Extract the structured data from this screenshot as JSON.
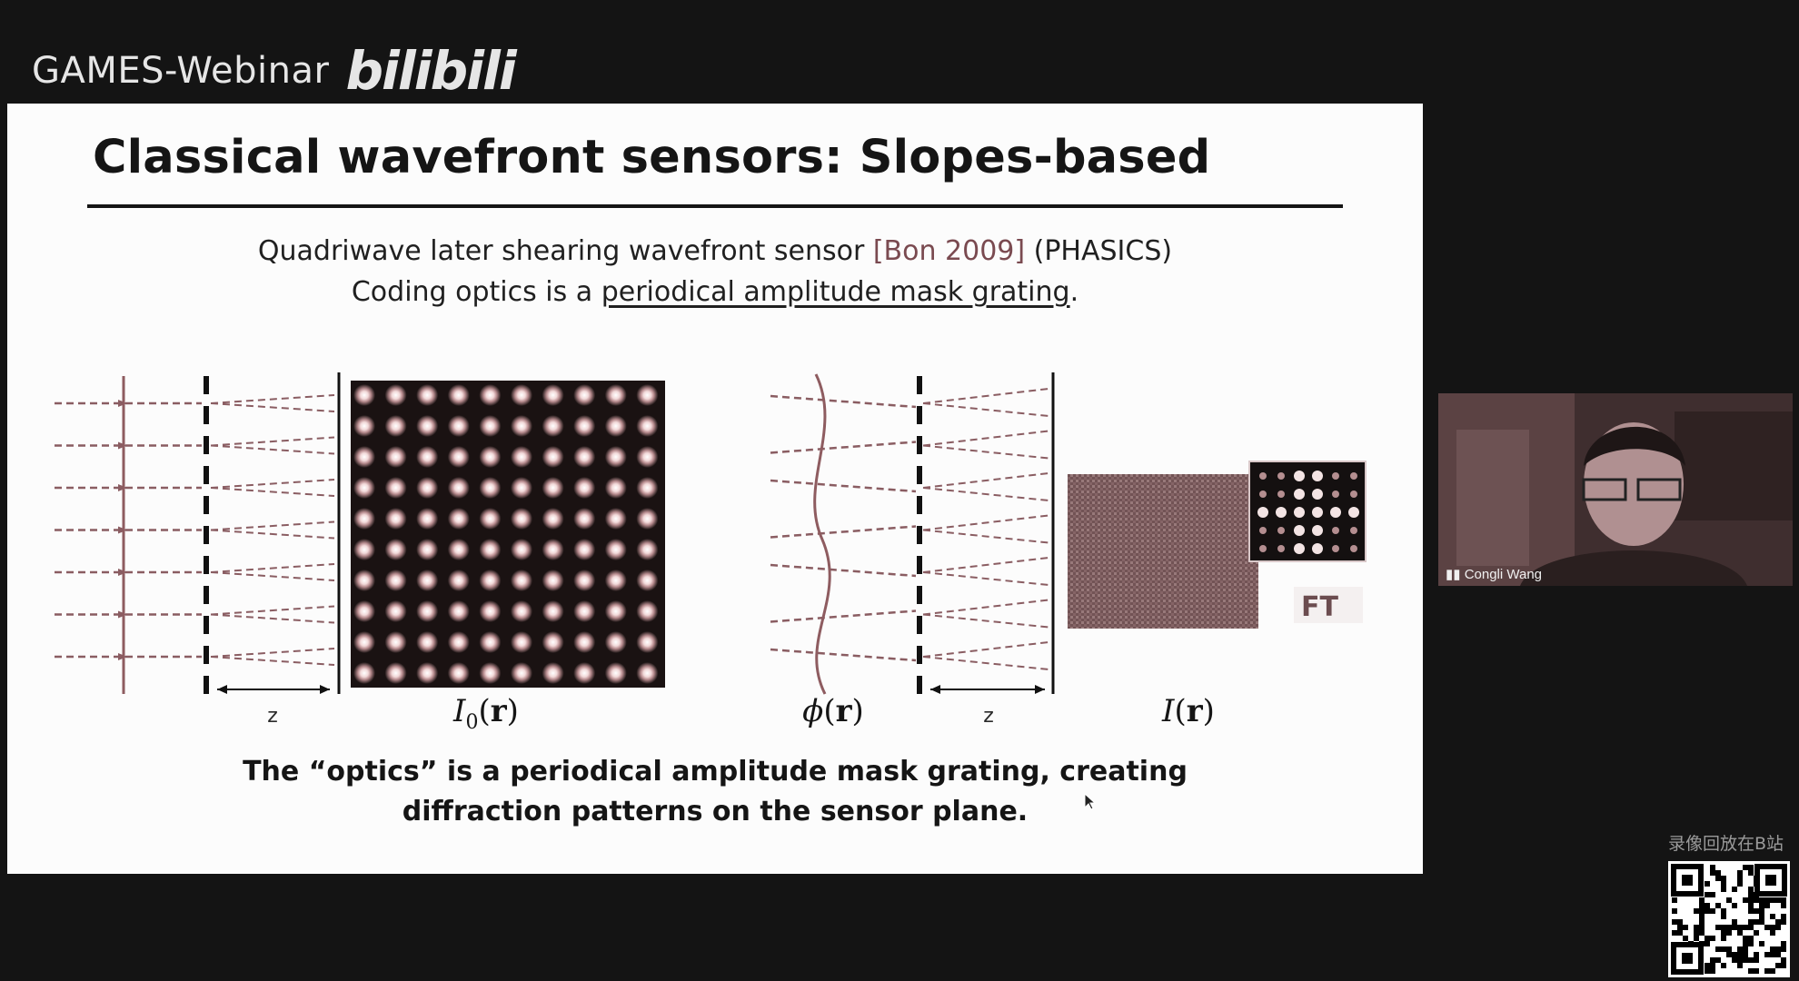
{
  "brand": {
    "text": "GAMES-Webinar",
    "logo_text": "bilibili"
  },
  "slide": {
    "title": "Classical wavefront sensors: Slopes-based",
    "subtitle_line1_pre": "Quadriwave later shearing wavefront sensor ",
    "subtitle_line1_cite": "[Bon 2009]",
    "subtitle_line1_post": " (PHASICS)",
    "subtitle_line2_pre": "Coding optics is a ",
    "subtitle_line2_link": "periodical amplitude mask grating",
    "subtitle_line2_post": ".",
    "labels": {
      "z_left": "z",
      "z_right": "z",
      "I0": "I",
      "I0_sub": "0",
      "I0_arg": "(",
      "I0_r": "r",
      "I0_close": ")",
      "phi": "ϕ",
      "phi_arg": "(",
      "phi_r": "r",
      "phi_close": ")",
      "I": "I",
      "I_arg": "(",
      "I_r": "r",
      "I_close": ")",
      "ft": "FT"
    },
    "conclusion_line1": "The “optics” is a periodical amplitude mask grating, creating",
    "conclusion_line2": "diffraction patterns on the sensor plane."
  },
  "video": {
    "participant_name": "Congli Wang"
  },
  "replay_text": "录像回放在B站",
  "colors": {
    "ray": "#8a5d62",
    "wavefront": "#8e5c60",
    "cite": "#7a4a50"
  }
}
